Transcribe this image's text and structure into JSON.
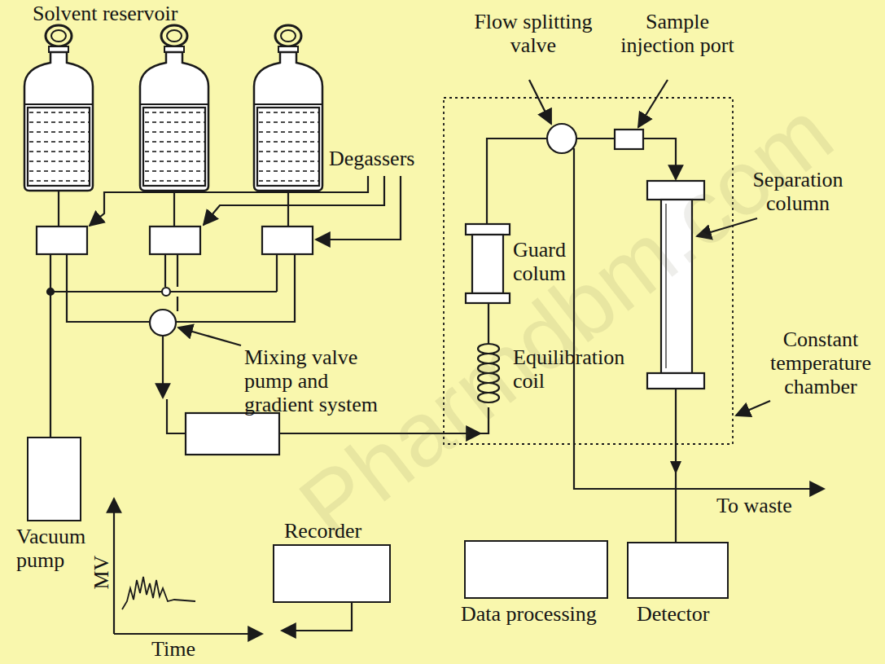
{
  "diagram": {
    "nodes": [
      {
        "text": [
          "Vacuum pump"
        ]
      },
      {
        "text": [
          "Recorder"
        ]
      },
      {
        "text": [
          "Data processing"
        ]
      },
      {
        "text": [
          "Detector"
        ]
      }
    ],
    "labels": [
      "Solvent reservoir",
      "Degassers",
      "Flow splitting valve",
      "Sample injection port",
      "Separation column",
      "Guard colum",
      "Equilibration coil",
      "Mixing valve pump and gradient system",
      "Constant temperature chamber",
      "To waste",
      "MV",
      "Time",
      "Pharmdbm.com"
    ]
  }
}
